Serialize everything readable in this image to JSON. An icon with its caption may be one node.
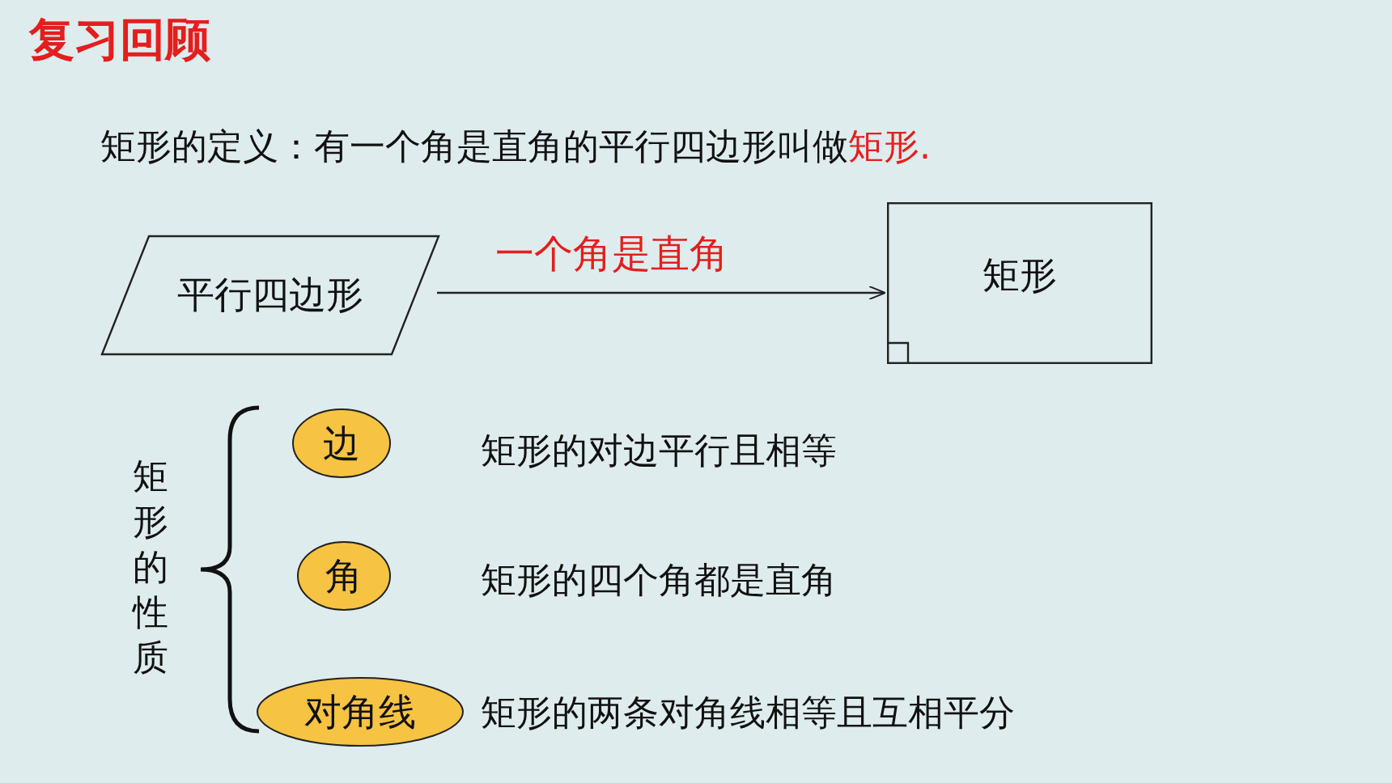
{
  "diagram": {
    "title": "复习回顾",
    "nodes": [
      {
        "text": [
          "平行四边形"
        ]
      },
      {
        "text": [
          "矩形"
        ]
      },
      {
        "text": [
          "边"
        ],
        "beside": [
          "矩形的对边平行且相等"
        ]
      },
      {
        "text": [
          "角"
        ],
        "beside": [
          "矩形的四个角都是直角"
        ]
      },
      {
        "text": [
          "对角线"
        ],
        "beside": [
          "矩形的两条对角线相等且互相平分"
        ]
      }
    ],
    "edges": [
      {
        "from": 0,
        "to": 1,
        "arrow": "to",
        "label": "一个角是直角"
      }
    ],
    "labels": [
      "矩形的定义：有一个角是直角的平行四边形叫做",
      "矩形.",
      "矩形的性质"
    ]
  }
}
